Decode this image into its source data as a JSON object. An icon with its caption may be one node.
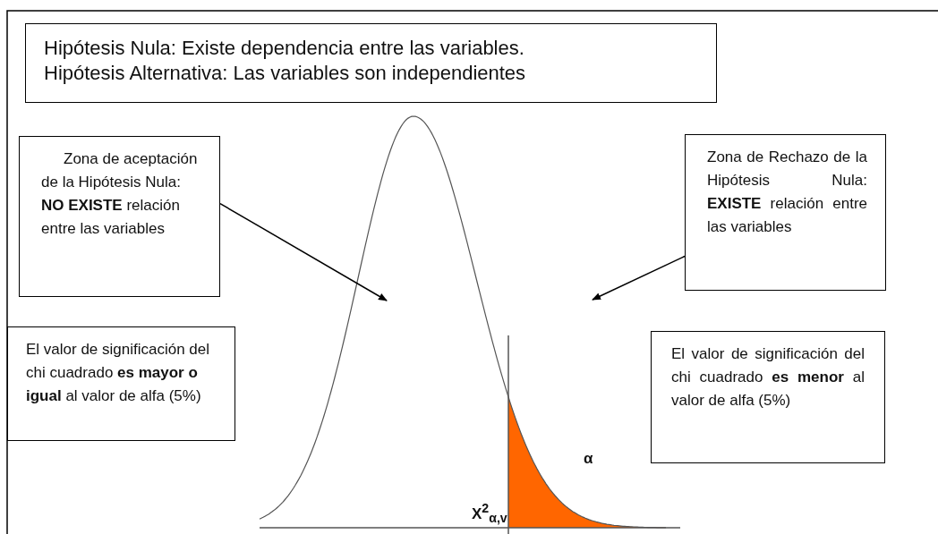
{
  "diagram": {
    "nodes": [
      {
        "text": [
          "Hipótesis Nula: Existe dependencia entre las variables.",
          "Hipótesis Alternativa: Las variables son independientes"
        ]
      },
      {
        "text": [
          "Zona de aceptación de la Hipótesis Nula: **NO EXISTE** relación entre las variables"
        ]
      },
      {
        "text": [
          "Zona de Rechazo de la Hipótesis Nula: **EXISTE** relación entre las variables"
        ]
      },
      {
        "text": [
          "El valor de significación del chi cuadrado **es mayor o igual** al valor de alfa (5%)"
        ]
      },
      {
        "text": [
          "El valor de significación del chi cuadrado **es menor** al valor de alfa (5%)"
        ]
      }
    ],
    "edges": [
      {
        "from": 1,
        "to": null,
        "arrow": "to"
      },
      {
        "from": 2,
        "to": null,
        "arrow": "to"
      }
    ],
    "labels": [
      "α",
      "X$^{2}$$_{α,v}$"
    ]
  }
}
